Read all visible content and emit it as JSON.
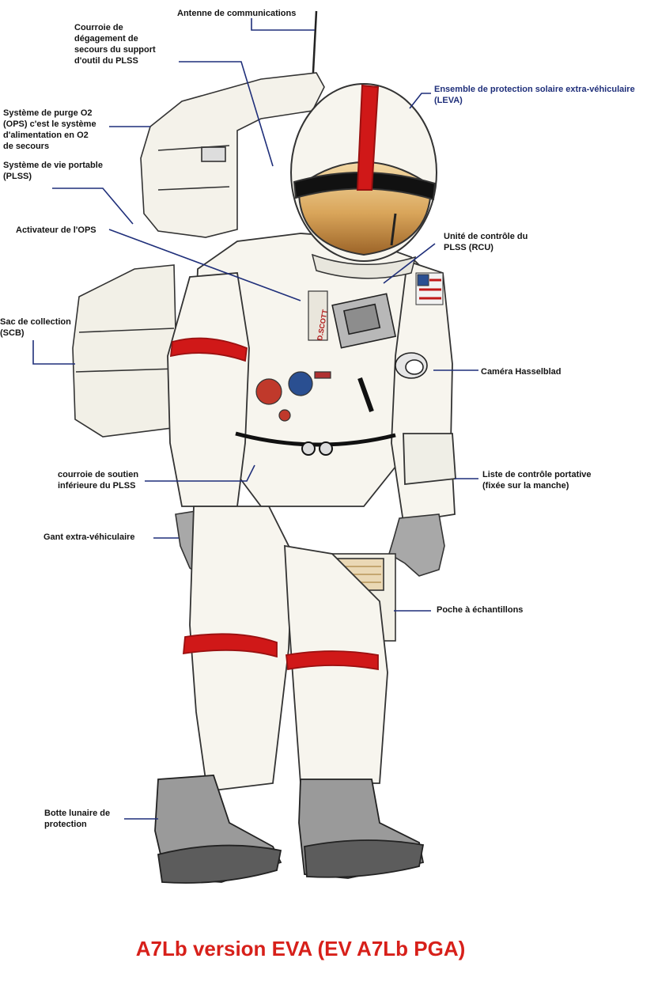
{
  "labels": {
    "antenna": "Antenne de communications",
    "release_strap": "Courroie de\ndégagement de\nsecours du support\nd'outil du PLSS",
    "leva": "Ensemble de protection solaire extra-véhiculaire\n(LEVA)",
    "ops": "Système de purge O2\n(OPS) c'est le système\nd'alimentation en O2\nde secours",
    "plss": "Système de vie portable\n(PLSS)",
    "ops_actuator": "Activateur de l'OPS",
    "rcu": "Unité de contrôle du\nPLSS (RCU)",
    "scb": "Sac de collection\n(SCB)",
    "camera": "Caméra Hasselblad",
    "lower_strap": "courroie de soutien\ninférieure du PLSS",
    "checklist": "Liste de contrôle portative\n(fixée sur la manche)",
    "glove": "Gant extra-véhiculaire",
    "pocket": "Poche à échantillons",
    "boot": "Botte lunaire de\nprotection"
  },
  "caption": "A7Lb version EVA (EV A7Lb PGA)",
  "name_tag": "D.SCOTT",
  "colors": {
    "caption": "#d7201a",
    "leader_line": "#1f2f7a",
    "suit_stripe": "#d01818",
    "visor": "#d9a55a"
  }
}
